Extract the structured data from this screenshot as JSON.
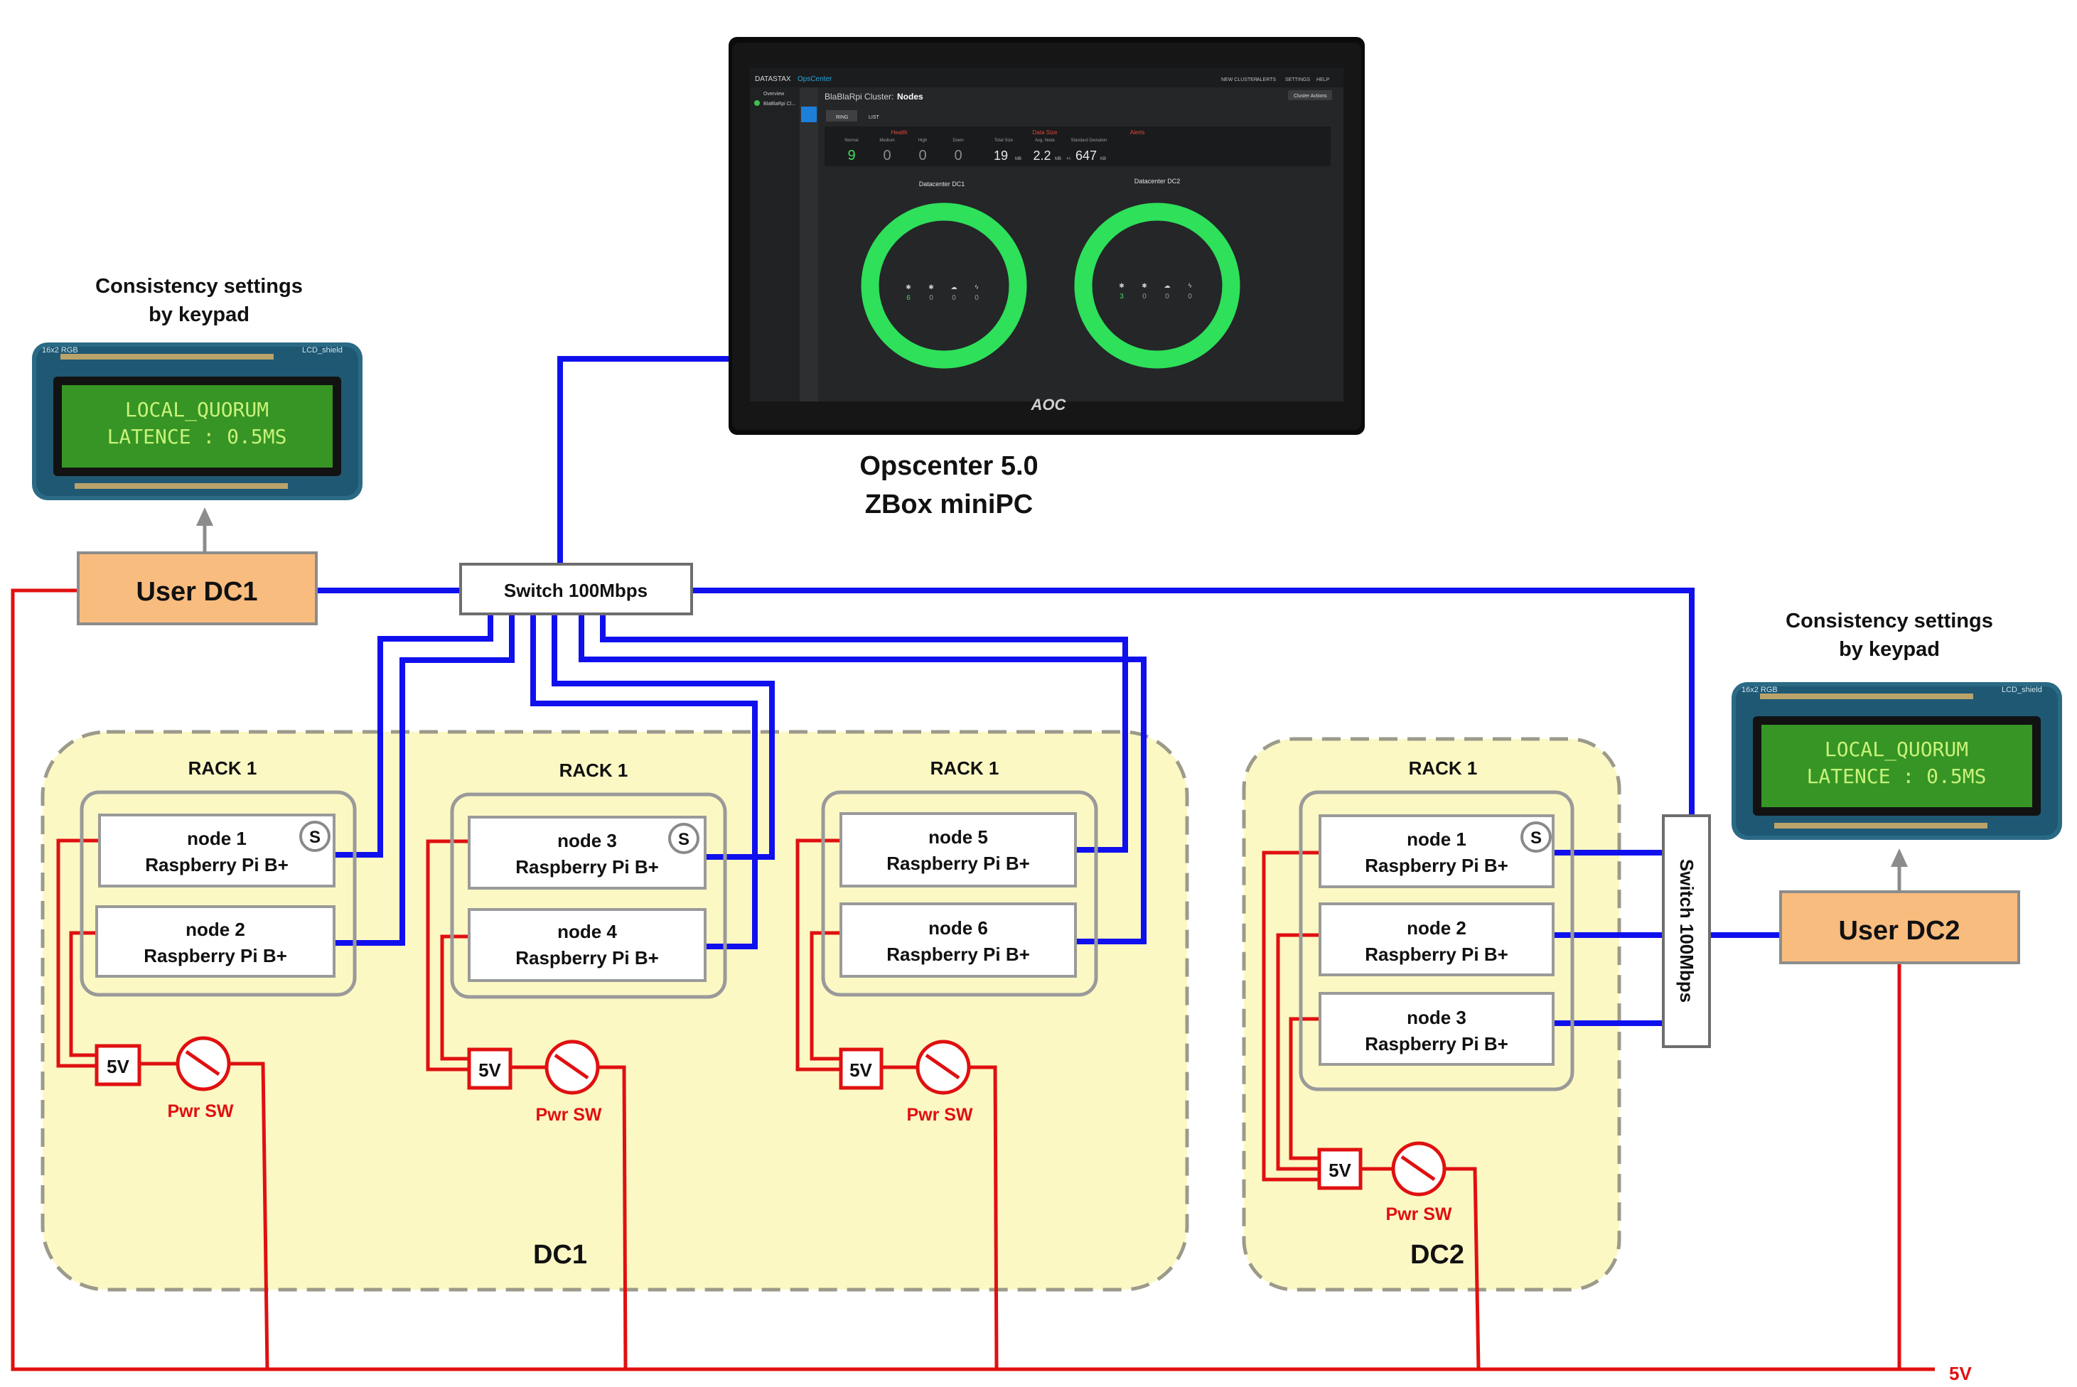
{
  "opscenter": {
    "caption_line1": "Opscenter 5.0",
    "caption_line2": "ZBox miniPC",
    "screen": {
      "brand": "DATASTAX",
      "product": "OpsCenter",
      "nav_overview": "Overview",
      "nav_cluster": "BlaBlaRpi Cl...",
      "cluster_prefix": "BlaBlaRpi Cluster:",
      "cluster_page": "Nodes",
      "top_links": [
        "NEW CLUSTER",
        "ALERTS",
        "SETTINGS",
        "HELP"
      ],
      "cluster_actions": "Cluster Actions",
      "tab_ring": "RING",
      "tab_list": "LIST",
      "section_health": "Health",
      "section_data_size": "Data Size",
      "section_alerts": "Alerts",
      "col_labels": [
        "Normal",
        "Medium",
        "High",
        "Down",
        "Total Size",
        "Avg. Node",
        "Standard Deviation"
      ],
      "health_values": [
        "9",
        "0",
        "0",
        "0"
      ],
      "total_size": "19",
      "total_size_unit": "MB",
      "avg_node": "2.2",
      "avg_node_unit": "MB",
      "std_prefix": "+/-",
      "std_dev": "647",
      "std_unit": "KB",
      "dc1_title": "Datacenter DC1",
      "dc2_title": "Datacenter DC2",
      "dc1_counts": [
        "6",
        "0",
        "0",
        "0"
      ],
      "dc2_counts": [
        "3",
        "0",
        "0",
        "0"
      ],
      "monitor_brand": "AOC"
    }
  },
  "lcd": {
    "title_line1": "Consistency settings",
    "title_line2": "by keypad",
    "line1": "LOCAL_QUORUM",
    "line2": "LATENCE : 0.5MS",
    "board_label_left": "16x2 RGB",
    "board_label_right": "LCD_shield"
  },
  "users": {
    "dc1": "User DC1",
    "dc2": "User DC2"
  },
  "switches": {
    "main": "Switch 100Mbps",
    "dc2": "Switch 100Mbps"
  },
  "dc1": {
    "label": "DC1",
    "racks": [
      {
        "title": "RACK 1",
        "nodes": [
          {
            "name": "node 1",
            "hw": "Raspberry Pi B+",
            "seed": "S"
          },
          {
            "name": "node 2",
            "hw": "Raspberry Pi B+"
          }
        ]
      },
      {
        "title": "RACK 1",
        "nodes": [
          {
            "name": "node 3",
            "hw": "Raspberry Pi B+",
            "seed": "S"
          },
          {
            "name": "node 4",
            "hw": "Raspberry Pi B+"
          }
        ]
      },
      {
        "title": "RACK 1",
        "nodes": [
          {
            "name": "node 5",
            "hw": "Raspberry Pi B+"
          },
          {
            "name": "node 6",
            "hw": "Raspberry Pi B+"
          }
        ]
      }
    ]
  },
  "dc2": {
    "label": "DC2",
    "racks": [
      {
        "title": "RACK 1",
        "nodes": [
          {
            "name": "node 1",
            "hw": "Raspberry Pi B+",
            "seed": "S"
          },
          {
            "name": "node 2",
            "hw": "Raspberry Pi B+"
          },
          {
            "name": "node 3",
            "hw": "Raspberry Pi B+"
          }
        ]
      }
    ]
  },
  "power": {
    "supply": "5V",
    "switch": "Pwr SW",
    "bus": "5V"
  },
  "colors": {
    "network": "#1010ee",
    "power": "#e01010",
    "dc_zone": "#fbf8c4",
    "user_box": "#f9bc7f",
    "ring": "#2ee05a"
  }
}
